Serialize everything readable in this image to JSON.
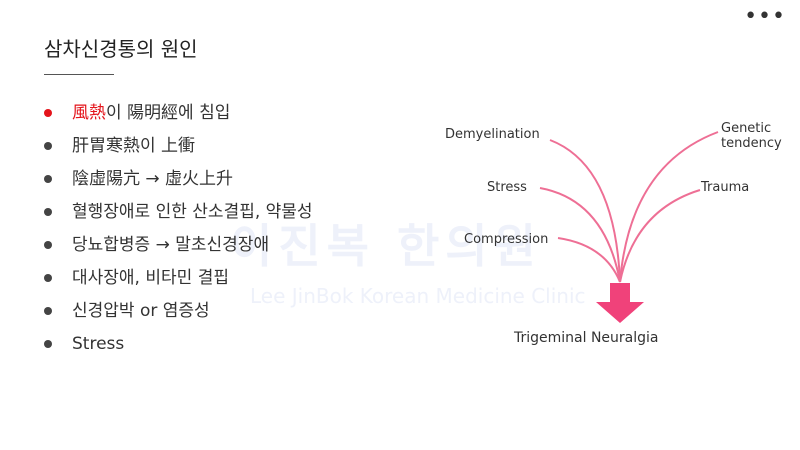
{
  "title": "삼차신경통의 원인",
  "menu_label": "•••",
  "bullets": [
    {
      "accent": "風熱",
      "text": "이 陽明經에 침입"
    },
    {
      "text": "肝胃寒熱이 上衝"
    },
    {
      "text": "陰虛陽亢 → 虛火上升"
    },
    {
      "text": "혈행장애로 인한 산소결핍, 약물성"
    },
    {
      "text": "당뇨합병증 → 말초신경장애"
    },
    {
      "text": "대사장애, 비타민 결핍"
    },
    {
      "text": "신경압박 or 염증성"
    },
    {
      "text": "Stress"
    }
  ],
  "watermark": {
    "korean": "이진복 한의원",
    "english": "Lee JinBok Korean Medicine Clinic"
  },
  "diagram": {
    "causes": [
      "Demyelination",
      "Stress",
      "Compression",
      "Genetic",
      "tendency",
      "Trauma"
    ],
    "target": "Trigeminal Neuralgia",
    "colors": {
      "curve": "#ee6f95",
      "arrow": "#f0427a"
    }
  }
}
